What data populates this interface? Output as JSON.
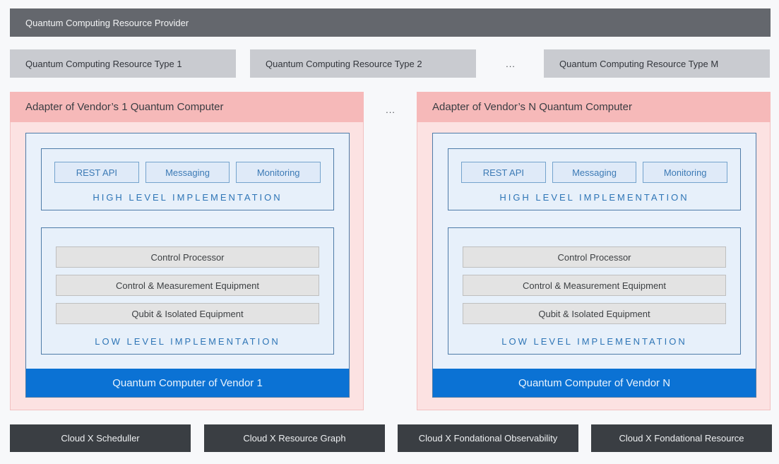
{
  "header": {
    "title": "Quantum Computing Resource Provider"
  },
  "resource_types": {
    "type1": "Quantum Computing Resource Type 1",
    "type2": "Quantum Computing Resource Type 2",
    "typeM": "Quantum Computing Resource Type M",
    "ellipsis": "..."
  },
  "adapters_ellipsis": "...",
  "adapters": [
    {
      "title": "Adapter of Vendor’s 1 Quantum Computer",
      "high_level": {
        "label": "HIGH LEVEL IMPLEMENTATION",
        "components": [
          "REST API",
          "Messaging",
          "Monitoring"
        ]
      },
      "low_level": {
        "label": "LOW LEVEL IMPLEMENTATION",
        "components": [
          "Control Processor",
          "Control & Measurement Equipment",
          "Qubit & Isolated Equipment"
        ]
      },
      "vendor_bar": "Quantum Computer of Vendor 1"
    },
    {
      "title": "Adapter of Vendor’s N Quantum Computer",
      "high_level": {
        "label": "HIGH LEVEL IMPLEMENTATION",
        "components": [
          "REST API",
          "Messaging",
          "Monitoring"
        ]
      },
      "low_level": {
        "label": "LOW LEVEL IMPLEMENTATION",
        "components": [
          "Control Processor",
          "Control & Measurement Equipment",
          "Qubit & Isolated Equipment"
        ]
      },
      "vendor_bar": "Quantum Computer of Vendor N"
    }
  ],
  "footer": {
    "items": [
      "Cloud X Scheduller",
      "Cloud X Resource Graph",
      "Cloud X Fondational Observability",
      "Cloud X Fondational Resource"
    ]
  },
  "colors": {
    "page_bg": "#f7f8fa",
    "topbar_bg": "#64676d",
    "resource_type_bg": "#c9cbd0",
    "adapter_header_bg": "#f6b9b9",
    "adapter_body_bg": "#fce2e2",
    "stack_bg": "#e9f1fb",
    "stack_border": "#4e7ba8",
    "impl_label_text": "#2e75b6",
    "component_bg": "#dfeaf8",
    "low_row_bg": "#e3e3e3",
    "vendor_bar_bg": "#0b72d4",
    "footer_bg": "#3a3e43"
  }
}
